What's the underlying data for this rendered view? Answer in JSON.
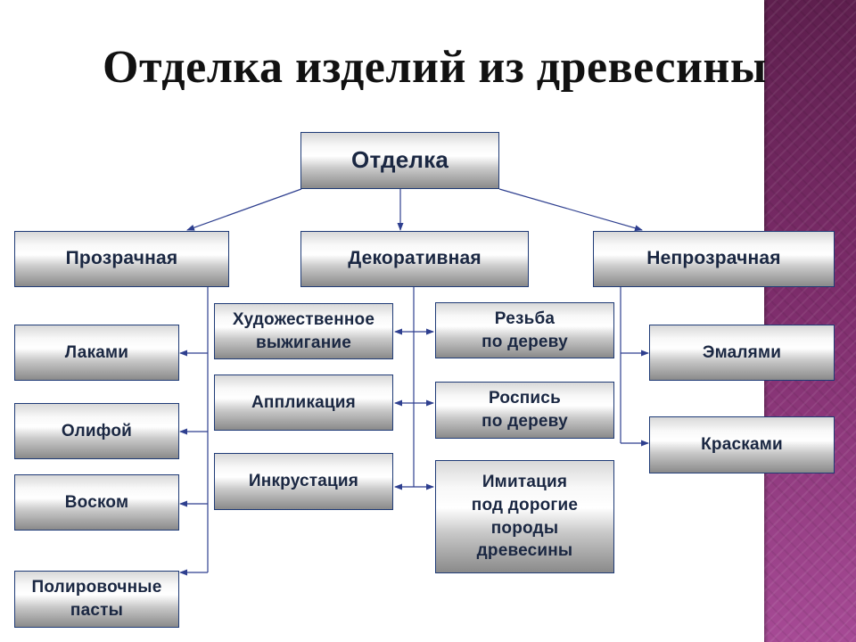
{
  "title": "Отделка изделий из древесины",
  "colors": {
    "box_border": "#1f3b77",
    "connector": "#2e3f8f",
    "text": "#1a2742",
    "side_band": "#7c2c6a"
  },
  "root": "Отделка",
  "categories": {
    "transparent": "Прозрачная",
    "decorative": "Декоративная",
    "opaque": "Непрозрачная"
  },
  "transparent_items": {
    "lacquer": "Лаками",
    "drying_oil": "Олифой",
    "wax": "Воском",
    "polish": "Полировочные\nпасты"
  },
  "decorative_items": {
    "burning": "Художественное\nвыжигание",
    "applique": "Аппликация",
    "inlay": "Инкрустация",
    "carving": "Резьба\nпо дереву",
    "painting": "Роспись\nпо дереву",
    "imitation": "Имитация\nпод дорогие\nпороды\nдревесины"
  },
  "opaque_items": {
    "enamel": "Эмалями",
    "paint": "Красками"
  }
}
